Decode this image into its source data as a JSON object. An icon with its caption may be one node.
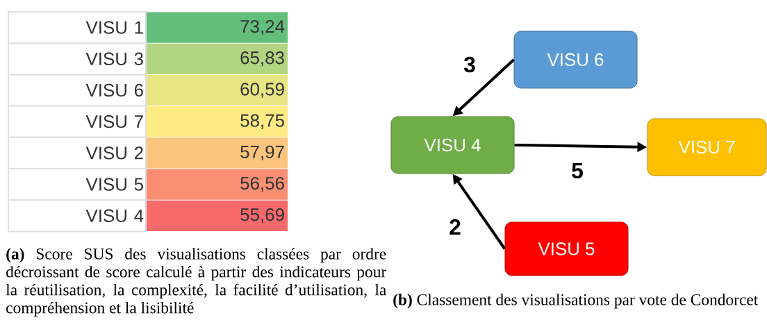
{
  "diagram": {
    "nodes": [
      {
        "text": [
          "VISU 6"
        ]
      },
      {
        "text": [
          "VISU 4"
        ]
      },
      {
        "text": [
          "VISU 7"
        ]
      },
      {
        "text": [
          "VISU 5"
        ]
      }
    ],
    "edges": [
      {
        "from": 0,
        "to": 1,
        "arrow": "to",
        "label": "3"
      },
      {
        "from": 1,
        "to": 2,
        "arrow": "to",
        "label": "5"
      },
      {
        "from": 3,
        "to": 1,
        "arrow": "to",
        "label": "2"
      }
    ],
    "labels": [
      "VISU 1",
      "73,24",
      "VISU 3",
      "65,83",
      "VISU 6",
      "60,59",
      "VISU 7",
      "58,75",
      "VISU 2",
      "57,97",
      "VISU 5",
      "56,56",
      "VISU 4",
      "55,69",
      "**(a)** Score SUS des visualisations classées par ordre décroissant de score calculé à partir des indicateurs pour la réutilisation, la complexité, la facilité d’utilisation, la compréhension et la lisibilité",
      "**(b)** Classement des visualisations par vote de Condorcet"
    ]
  }
}
